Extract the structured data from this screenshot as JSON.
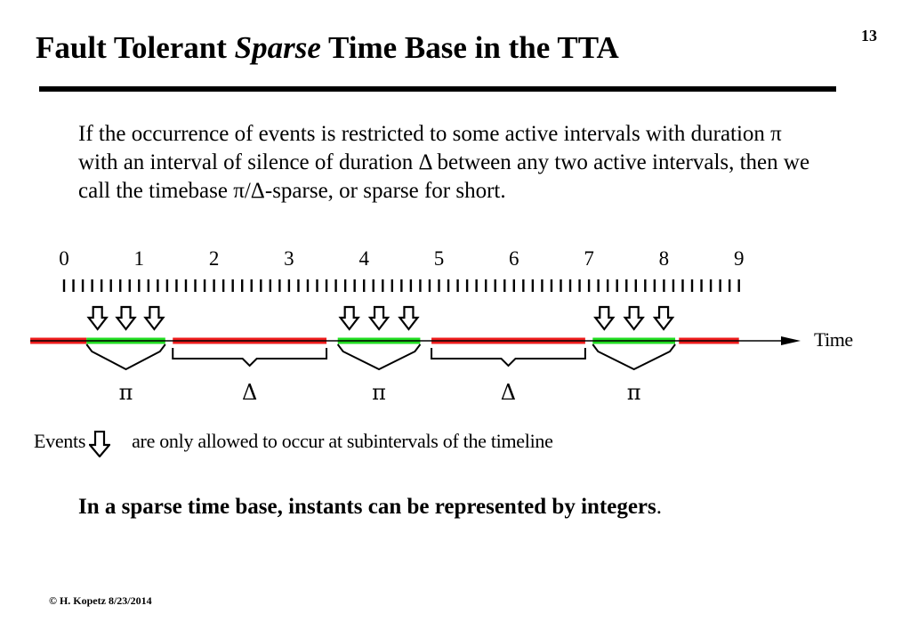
{
  "slide": {
    "title_part1": "Fault Tolerant ",
    "title_emphasis": "Sparse",
    "title_part2": " Time Base in the TTA",
    "page_number": "13",
    "paragraph": "If the occurrence of events is restricted to some active intervals with duration π with an interval of silence of duration Δ between any two active intervals, then we call the timebase π/Δ-sparse, or sparse for short.",
    "events_label": "Events",
    "events_caption": "are only allowed to occur at subintervals of the timeline",
    "conclusion_bold": "In a sparse time base, instants can be represented by integers",
    "conclusion_tail": ".",
    "footer": "© H. Kopetz  8/23/2014"
  },
  "diagram": {
    "tick_labels": [
      "0",
      "1",
      "2",
      "3",
      "4",
      "5",
      "6",
      "7",
      "8",
      "9"
    ],
    "minor_ticks_per_unit": 8,
    "axis_label": "Time",
    "active_symbol": "π",
    "silence_symbol": "Δ",
    "arrows_per_active_interval": 3,
    "segments": [
      {
        "kind": "silence",
        "start": -0.45,
        "end": 0.3
      },
      {
        "kind": "active",
        "start": 0.3,
        "end": 1.35
      },
      {
        "kind": "silence",
        "start": 1.45,
        "end": 3.5
      },
      {
        "kind": "active",
        "start": 3.65,
        "end": 4.75
      },
      {
        "kind": "silence",
        "start": 4.9,
        "end": 6.95
      },
      {
        "kind": "active",
        "start": 7.05,
        "end": 8.15
      },
      {
        "kind": "silence",
        "start": 8.2,
        "end": 9.0
      }
    ],
    "colors": {
      "active": "#22dd22",
      "silence": "#ee1c1c",
      "axis": "#000000"
    }
  }
}
